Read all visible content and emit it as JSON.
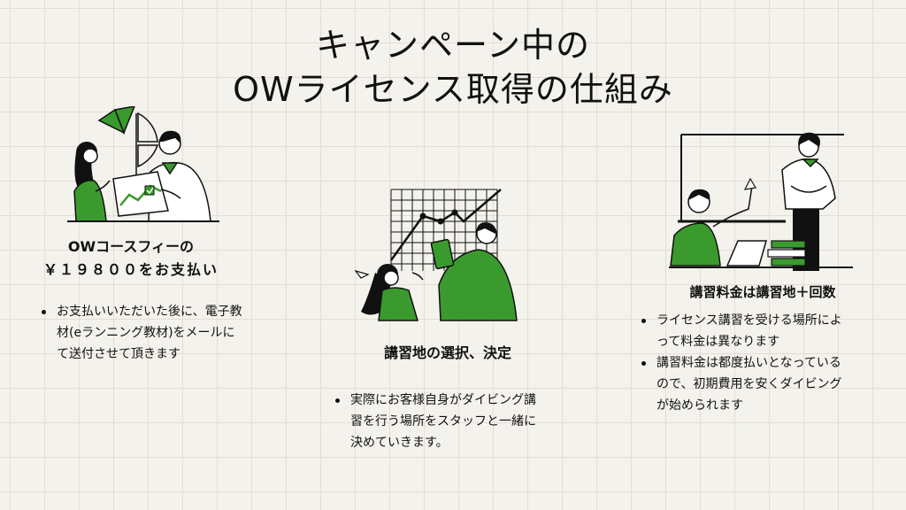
{
  "title": {
    "line1": "キャンペーン中の",
    "line2": "OWライセンス取得の仕組み"
  },
  "colors": {
    "accent": "#3a9a2e",
    "background": "#f4f2ec",
    "ink": "#111111"
  },
  "sections": [
    {
      "heading_line1": "OWコースフィーの",
      "heading_line2": "￥１９８００をお支払い",
      "bullets": [
        {
          "lines": [
            "お支払いいただいた後に、電子教",
            "材(eランニング教材)をメールに",
            "て送付させて頂きます"
          ]
        }
      ]
    },
    {
      "heading_line1": "講習地の選択、決定",
      "bullets": [
        {
          "lines": [
            "実際にお客様自身がダイビング講",
            "習を行う場所をスタッフと一緒に",
            "決めていきます。"
          ]
        }
      ]
    },
    {
      "heading_line1": "講習料金は講習地＋回数",
      "bullets": [
        {
          "lines": [
            "ライセンス講習を受ける場所によ",
            "って料金は異なります"
          ]
        },
        {
          "lines": [
            "講習料金は都度払いとなっている",
            "ので、初期費用を安くダイビング",
            "が始められます"
          ]
        }
      ]
    }
  ]
}
